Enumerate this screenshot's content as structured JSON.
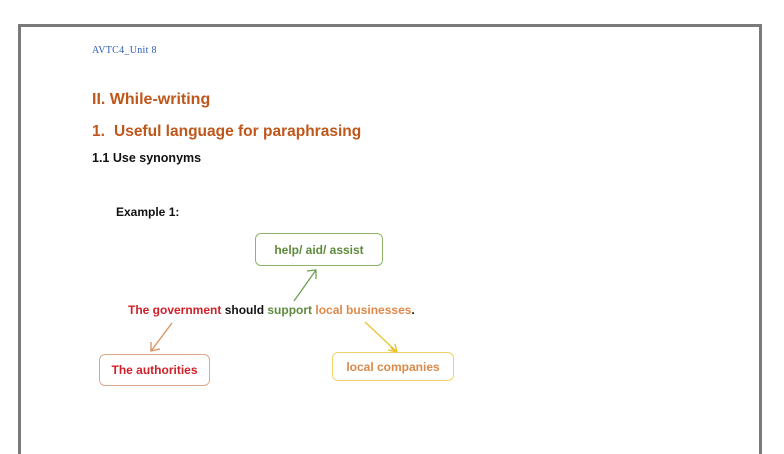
{
  "header": {
    "unit_label": "AVTC4_Unit 8"
  },
  "headings": {
    "section": "II. While-writing",
    "subsection_number": "1.",
    "subsection_title": "Useful language for paraphrasing",
    "subsubsection": "1.1 Use synonyms"
  },
  "example": {
    "label": "Example 1:",
    "sentence": {
      "part1": "The government",
      "part2": " should ",
      "part3": "support",
      "part4": " ",
      "part5": "local businesses",
      "part6": "."
    },
    "synonym_boxes": {
      "support": "help/ aid/ assist",
      "government": "The authorities",
      "businesses": "local companies"
    }
  },
  "colors": {
    "heading": "#c0571a",
    "unit_label": "#2e5bb8",
    "red": "#d0202a",
    "green": "#5e8a3c",
    "orange": "#e0894a",
    "yellow_border": "#f0d36a",
    "frame": "#7a7a7a"
  }
}
